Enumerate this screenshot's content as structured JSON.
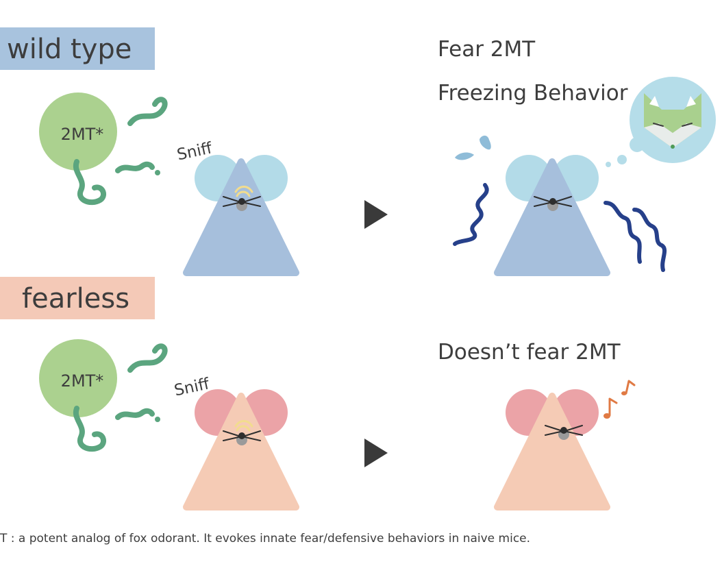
{
  "colors": {
    "wild_type_band": "#a8c3de",
    "fearless_band": "#f4c9b7",
    "odor_circle": "#abd18f",
    "odor_wave": "#5ba57f",
    "wild_type_body": "#a6bfdc",
    "wild_type_ear": "#b3dbe8",
    "fearless_body": "#f5cbb5",
    "fearless_ear": "#eba3a7",
    "nose": "#9a9a9a",
    "sniff_mark": "#f2dc8e",
    "trembling_line": "#26408a",
    "sweat_drop": "#8fbcd8",
    "thought_bubble": "#b5dde9",
    "fox_face": "#a9d08e",
    "music_note": "#e07a44",
    "arrow": "#3a3a3a"
  },
  "wild_type": {
    "label": "wild type",
    "odor_label": "2MT*",
    "sniff_label": "Sniff",
    "result_line1": "Fear 2MT",
    "result_line2": "Freezing Behavior",
    "thought_icon": "fox-icon"
  },
  "fearless": {
    "label": "fearless",
    "odor_label": "2MT*",
    "sniff_label": "Sniff",
    "result_line1": "Doesn’t fear 2MT",
    "result_icon": "music-note-icon"
  },
  "footnote": "T : a potent analog of fox odorant. It evokes innate fear/defensive behaviors in naive mice."
}
